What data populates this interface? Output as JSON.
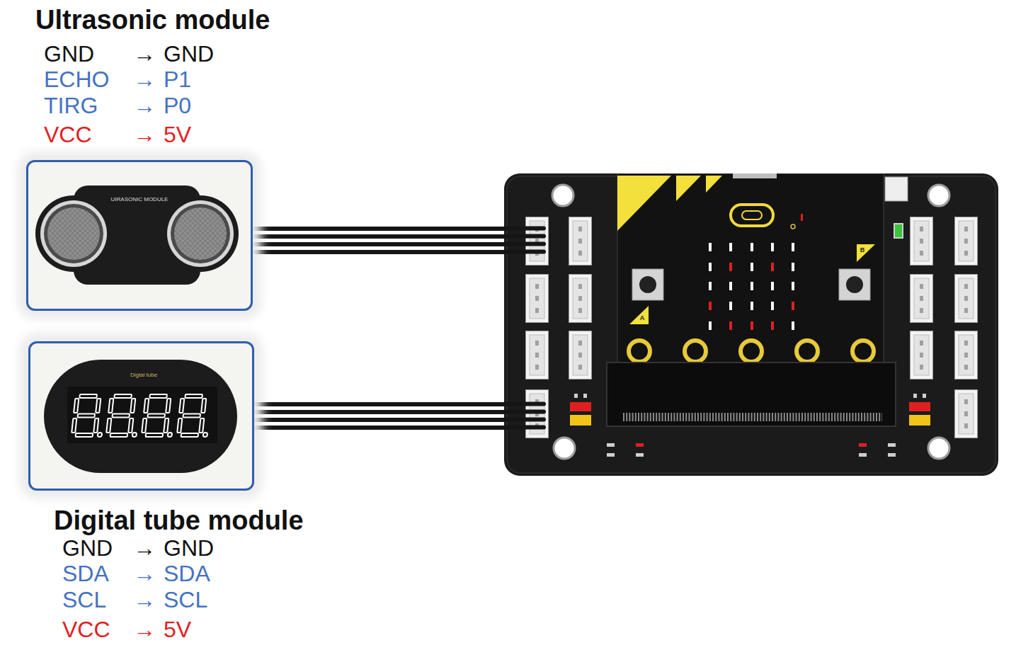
{
  "diagram": {
    "nodes": [
      {
        "text": [
          "Ultrasonic module",
          "UIRASONIC MODULE"
        ]
      },
      {
        "text": [
          "Digital tube module",
          "Digtal tube"
        ]
      },
      {
        "text": [
          "A",
          "B"
        ]
      }
    ],
    "edges": [
      {
        "from": 0,
        "to": 2,
        "arrow": "none"
      },
      {
        "from": 1,
        "to": 2,
        "arrow": "none"
      }
    ],
    "labels": [
      "GND",
      "→",
      "GND",
      "ECHO",
      "→",
      "P1",
      "TIRG",
      "→",
      "P0",
      "VCC",
      "→",
      "5V",
      "GND",
      "→",
      "GND",
      "SDA",
      "→",
      "SDA",
      "SCL",
      "→",
      "SCL",
      "VCC",
      "→",
      "5V"
    ]
  }
}
